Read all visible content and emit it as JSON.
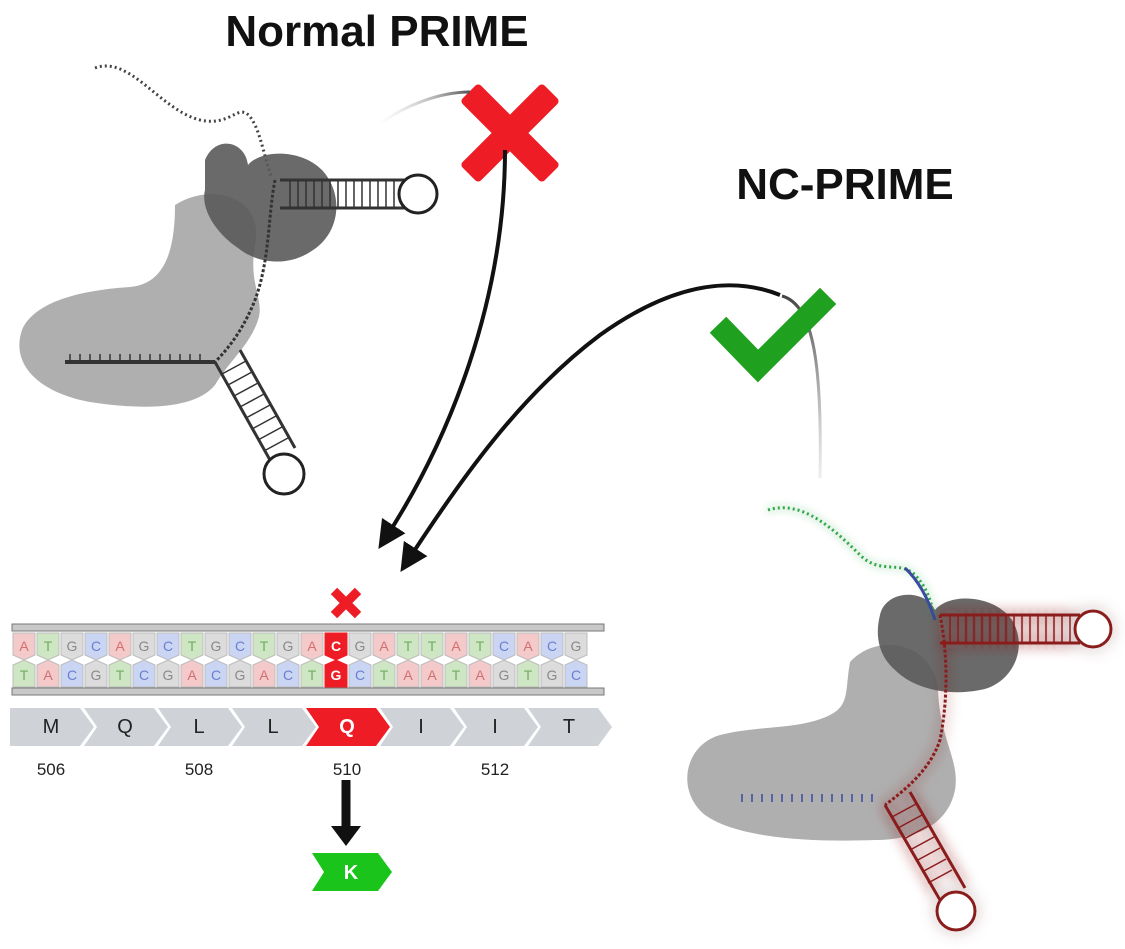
{
  "titles": {
    "normal": "Normal PRIME",
    "nc": "NC-PRIME"
  },
  "colors": {
    "fail": "#ee1c25",
    "success": "#1fa01f",
    "mutant": "#1ac41a",
    "complex_gray": "#9a9a9a",
    "dark_gray": "#5a5a5a",
    "nc_red": "#8b1a1a",
    "nc_green": "#2fa84a",
    "nc_blue": "#3a4aa0"
  },
  "icons": {
    "normal_result": "red-x-icon",
    "nc_result": "green-check-icon",
    "site_marker": "red-x-icon"
  },
  "sequence": {
    "top": [
      "A",
      "T",
      "G",
      "C",
      "A",
      "G",
      "C",
      "T",
      "G",
      "C",
      "T",
      "G",
      "A",
      "C",
      "G",
      "A",
      "T",
      "T",
      "A",
      "T",
      "C",
      "A",
      "C",
      "G"
    ],
    "bottom": [
      "T",
      "A",
      "C",
      "G",
      "T",
      "C",
      "G",
      "A",
      "C",
      "G",
      "A",
      "C",
      "T",
      "G",
      "C",
      "T",
      "A",
      "A",
      "T",
      "A",
      "G",
      "T",
      "G",
      "C"
    ],
    "highlight_index": 13
  },
  "codons": [
    {
      "aa": "M",
      "pos": "506"
    },
    {
      "aa": "Q",
      "pos": ""
    },
    {
      "aa": "L",
      "pos": "508"
    },
    {
      "aa": "L",
      "pos": ""
    },
    {
      "aa": "Q",
      "pos": "510"
    },
    {
      "aa": "I",
      "pos": ""
    },
    {
      "aa": "I",
      "pos": "512"
    },
    {
      "aa": "T",
      "pos": ""
    }
  ],
  "highlight_codon": 4,
  "mutant_aa": "K"
}
